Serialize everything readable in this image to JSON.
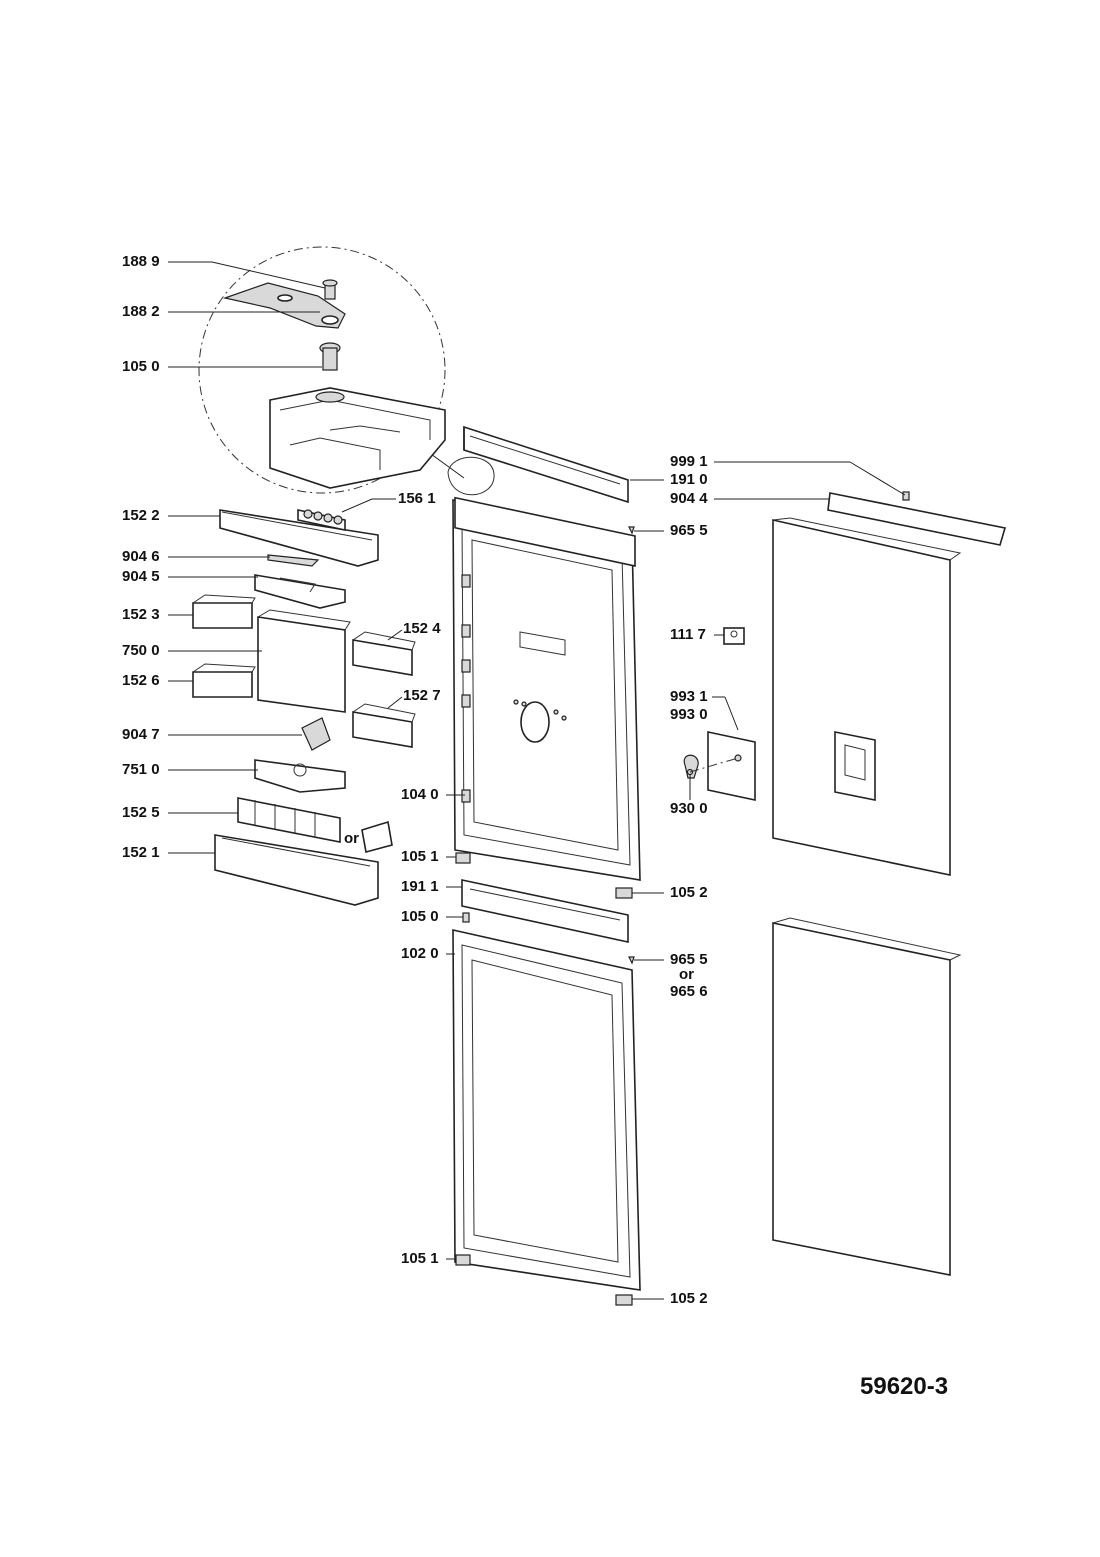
{
  "labels": {
    "l1889": "188 9",
    "l1882": "188 2",
    "l1050a": "105 0",
    "l1522": "152 2",
    "l1561": "156 1",
    "l9046": "904 6",
    "l9045": "904 5",
    "l1523": "152 3",
    "l1524": "152 4",
    "l7500": "750 0",
    "l1526": "152 6",
    "l1527": "152 7",
    "l9047": "904 7",
    "l7510": "751 0",
    "l1525": "152 5",
    "l1521": "152 1",
    "or1": "or",
    "l9991": "999 1",
    "l1910": "191 0",
    "l9044": "904 4",
    "l9655a": "965 5",
    "l1117": "111 7",
    "l9931": "993 1",
    "l9930": "993 0",
    "l9300": "930 0",
    "l1040": "104 0",
    "l1051a": "105 1",
    "l1911": "191 1",
    "l1052a": "105 2",
    "l1050b": "105 0",
    "l1020": "102 0",
    "l9655b": "965 5",
    "or2": "or",
    "l9656": "965 6",
    "l1051b": "105 1",
    "l1052b": "105 2"
  },
  "document_number": "59620-3"
}
